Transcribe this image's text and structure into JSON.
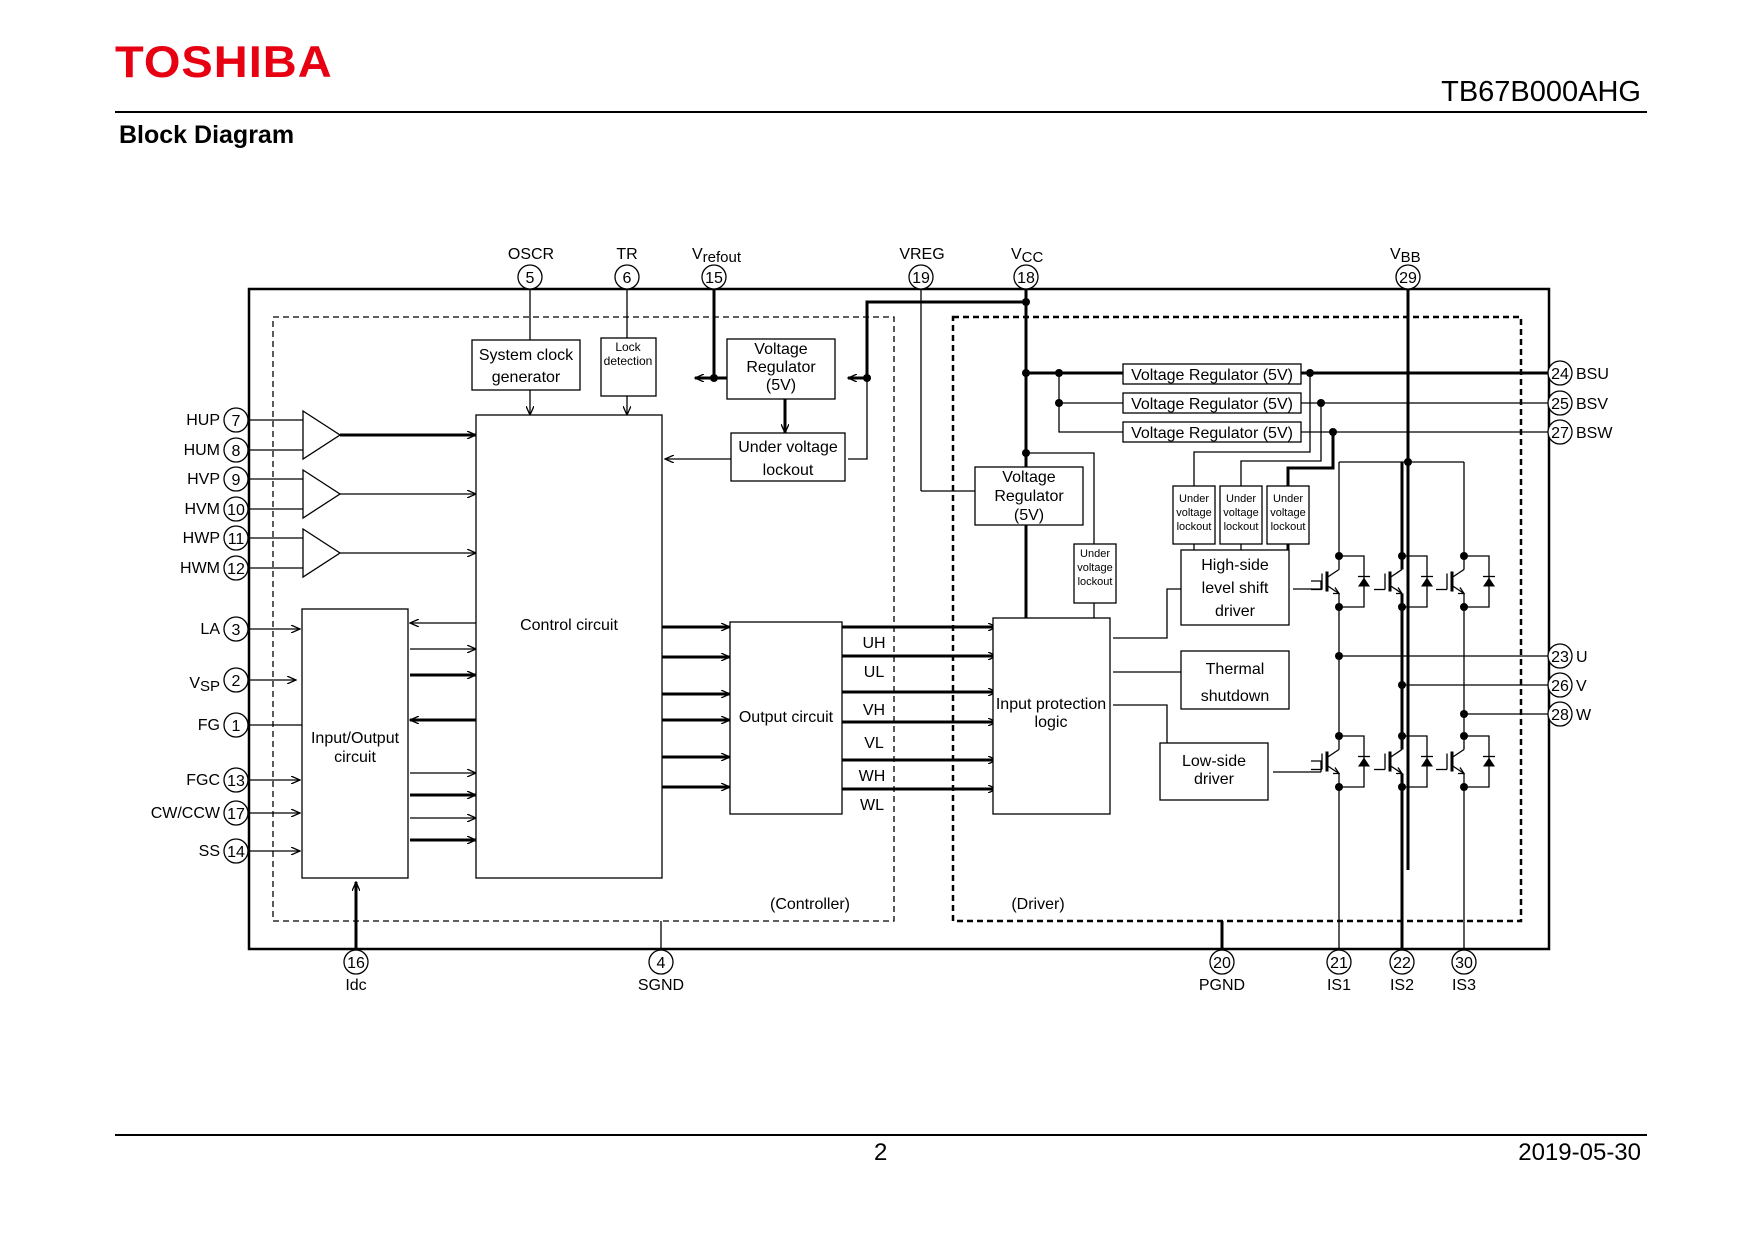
{
  "header": {
    "logo": "TOSHIBA",
    "brand_color": "#e60012",
    "part_number": "TB67B000AHG",
    "section_title": "Block Diagram"
  },
  "footer": {
    "page_number": "2",
    "date": "2019-05-30"
  },
  "diagram": {
    "regions": {
      "controller": "(Controller)",
      "driver": "(Driver)"
    },
    "top_pins": [
      {
        "num": "5",
        "label": "OSCR",
        "sub": ""
      },
      {
        "num": "6",
        "label": "TR",
        "sub": ""
      },
      {
        "num": "15",
        "label": "V",
        "sub": "refout"
      },
      {
        "num": "19",
        "label": "VREG",
        "sub": ""
      },
      {
        "num": "18",
        "label": "V",
        "sub": "CC"
      },
      {
        "num": "29",
        "label": "V",
        "sub": "BB"
      }
    ],
    "left_pins": [
      {
        "num": "7",
        "label": "HUP"
      },
      {
        "num": "8",
        "label": "HUM"
      },
      {
        "num": "9",
        "label": "HVP"
      },
      {
        "num": "10",
        "label": "HVM"
      },
      {
        "num": "11",
        "label": "HWP"
      },
      {
        "num": "12",
        "label": "HWM"
      },
      {
        "num": "3",
        "label": "LA"
      },
      {
        "num": "2",
        "label": "V",
        "sub": "SP"
      },
      {
        "num": "1",
        "label": "FG"
      },
      {
        "num": "13",
        "label": "FGC"
      },
      {
        "num": "17",
        "label": "CW/CCW"
      },
      {
        "num": "14",
        "label": "SS"
      }
    ],
    "right_pins": [
      {
        "num": "24",
        "label": "BSU"
      },
      {
        "num": "25",
        "label": "BSV"
      },
      {
        "num": "27",
        "label": "BSW"
      },
      {
        "num": "23",
        "label": "U"
      },
      {
        "num": "26",
        "label": "V"
      },
      {
        "num": "28",
        "label": "W"
      }
    ],
    "bottom_pins": [
      {
        "num": "16",
        "label": "Idc"
      },
      {
        "num": "4",
        "label": "SGND"
      },
      {
        "num": "20",
        "label": "PGND"
      },
      {
        "num": "21",
        "label": "IS1"
      },
      {
        "num": "22",
        "label": "IS2"
      },
      {
        "num": "30",
        "label": "IS3"
      }
    ],
    "blocks": {
      "system_clock": [
        "System clock",
        "generator"
      ],
      "lock_detection": [
        "Lock",
        "detection"
      ],
      "vreg_ctrl": [
        "Voltage",
        "Regulator",
        "(5V)"
      ],
      "uvlo_ctrl": [
        "Under voltage",
        "lockout"
      ],
      "control_circuit": "Control circuit",
      "io_circuit": [
        "Input/Output",
        "circuit"
      ],
      "output_circuit": "Output circuit",
      "vreg_drv": [
        "Voltage",
        "Regulator",
        "(5V)"
      ],
      "uvlo_drv": [
        "Under",
        "voltage",
        "lockout"
      ],
      "vreg_bs": [
        "Voltage Regulator (5V)",
        "Voltage Regulator (5V)",
        "Voltage Regulator (5V)"
      ],
      "uvlo_bs": [
        "Under",
        "voltage",
        "lockout"
      ],
      "high_side": [
        "High-side",
        "level shift",
        "driver"
      ],
      "thermal": [
        "Thermal",
        "shutdown"
      ],
      "input_protection": [
        "Input protection",
        "logic"
      ],
      "low_side": [
        "Low-side",
        "driver"
      ]
    },
    "signals": [
      "UH",
      "UL",
      "VH",
      "VL",
      "WH",
      "WL"
    ]
  }
}
